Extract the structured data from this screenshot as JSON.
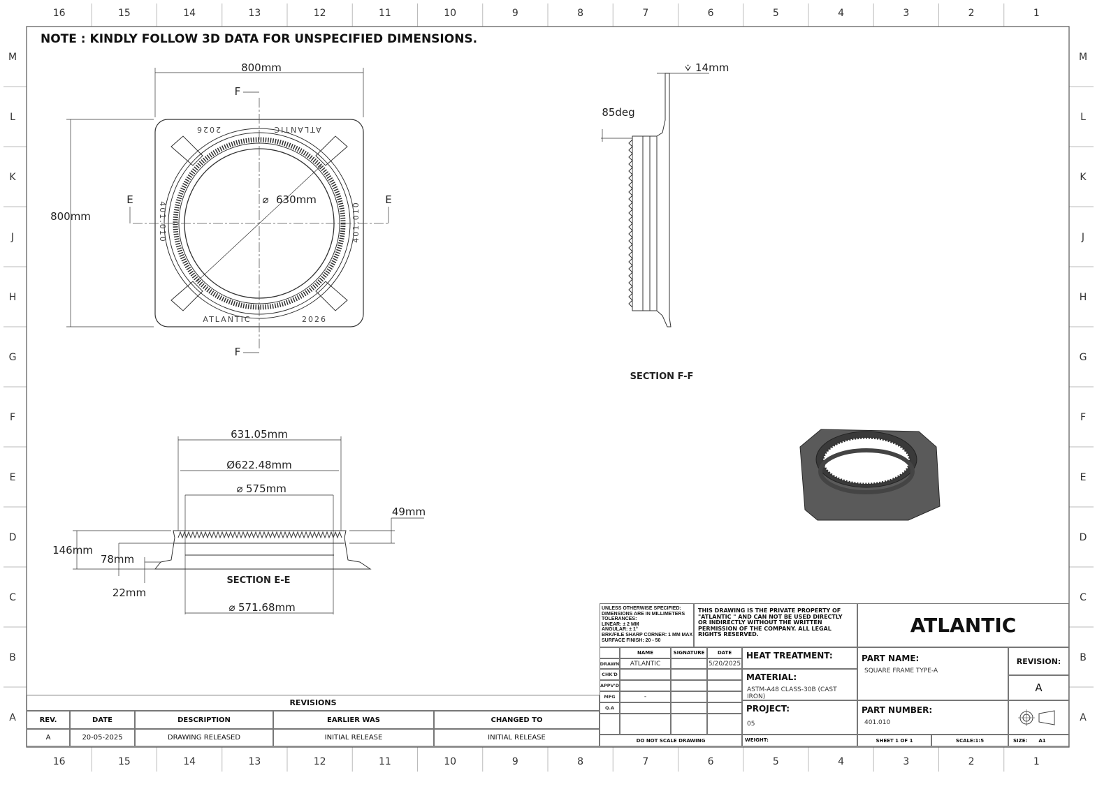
{
  "zones": {
    "columns": [
      "16",
      "15",
      "14",
      "13",
      "12",
      "11",
      "10",
      "9",
      "8",
      "7",
      "6",
      "5",
      "4",
      "3",
      "2",
      "1"
    ],
    "rows": [
      "M",
      "L",
      "K",
      "J",
      "H",
      "G",
      "F",
      "E",
      "D",
      "C",
      "B",
      "A"
    ]
  },
  "note": "NOTE : KINDLY FOLLOW 3D DATA FOR UNSPECIFIED DIMENSIONS.",
  "top_view": {
    "width_dim": "800mm",
    "height_dim": "800mm",
    "diameter_dim": "630mm",
    "section_e": "E",
    "section_f": "F",
    "casting_text": {
      "brand": "ATLANTIC",
      "year": "2026",
      "part": "401.010"
    }
  },
  "section_ff": {
    "title": "SECTION F-F",
    "angle": "85deg",
    "thickness": "14mm"
  },
  "section_ee": {
    "title": "SECTION E-E",
    "dims": {
      "width": "631.05mm",
      "dia1": "Ø622.48mm",
      "dia2": "575mm",
      "flange": "49mm",
      "height": "146mm",
      "depth": "78mm",
      "base": "22mm",
      "dia3": "571.68mm"
    }
  },
  "revisions": {
    "title": "REVISIONS",
    "headers": [
      "REV.",
      "DATE",
      "DESCRIPTION",
      "EARLIER WAS",
      "CHANGED TO"
    ],
    "rows": [
      [
        "A",
        "20-05-2025",
        "DRAWING RELEASED",
        "INITIAL RELEASE",
        "INITIAL RELEASE"
      ]
    ]
  },
  "title_block": {
    "tolerances": [
      "UNLESS OTHERWISE SPECIFIED:",
      "DIMENSIONS ARE IN MILLIMETERS",
      "TOLERANCES:",
      "LINEAR: ± 2 MM",
      "ANGULAR: ± 1°",
      "BRK/FILE SHARP CORNER: 1 MM MAX",
      "SURFACE FINISH: 20 - 50"
    ],
    "property_notice": "THIS DRAWING IS THE PRIVATE PROPERTY OF \"ATLANTIC \" AND CAN NOT BE USED DIRECTLY OR INDIRECTLY WITHOUT THE WRITTEN PERMISSION  OF THE COMPANY. ALL LEGAL RIGHTS RESERVED.",
    "company": "ATLANTIC",
    "sign_headers": [
      "NAME",
      "SIGNATURE",
      "DATE"
    ],
    "sign_rows": [
      {
        "role": "DRAWN",
        "name": "ATLANTIC",
        "signature": "",
        "date": "5/20/2025"
      },
      {
        "role": "CHK'D",
        "name": "",
        "signature": "",
        "date": ""
      },
      {
        "role": "APPV'D",
        "name": "",
        "signature": "",
        "date": ""
      },
      {
        "role": "MFG",
        "name": "-",
        "signature": "",
        "date": ""
      },
      {
        "role": "Q.A",
        "name": "",
        "signature": "",
        "date": ""
      }
    ],
    "do_not_scale": "DO NOT SCALE DRAWING",
    "heat_treatment_label": "HEAT TREATMENT:",
    "material_label": "MATERIAL:",
    "material": "ASTM-A48 CLASS-30B (CAST IRON)",
    "project_label": "PROJECT:",
    "project": "05",
    "weight_label": "WEIGHT:",
    "part_name_label": "PART NAME:",
    "part_name": "SQUARE FRAME TYPE-A",
    "revision_label": "REVISION:",
    "revision": "A",
    "part_number_label": "PART NUMBER:",
    "part_number": "401.010",
    "sheet": "SHEET 1 OF 1",
    "scale": "SCALE:1:5",
    "size_label": "SIZE:",
    "size": "A1"
  }
}
